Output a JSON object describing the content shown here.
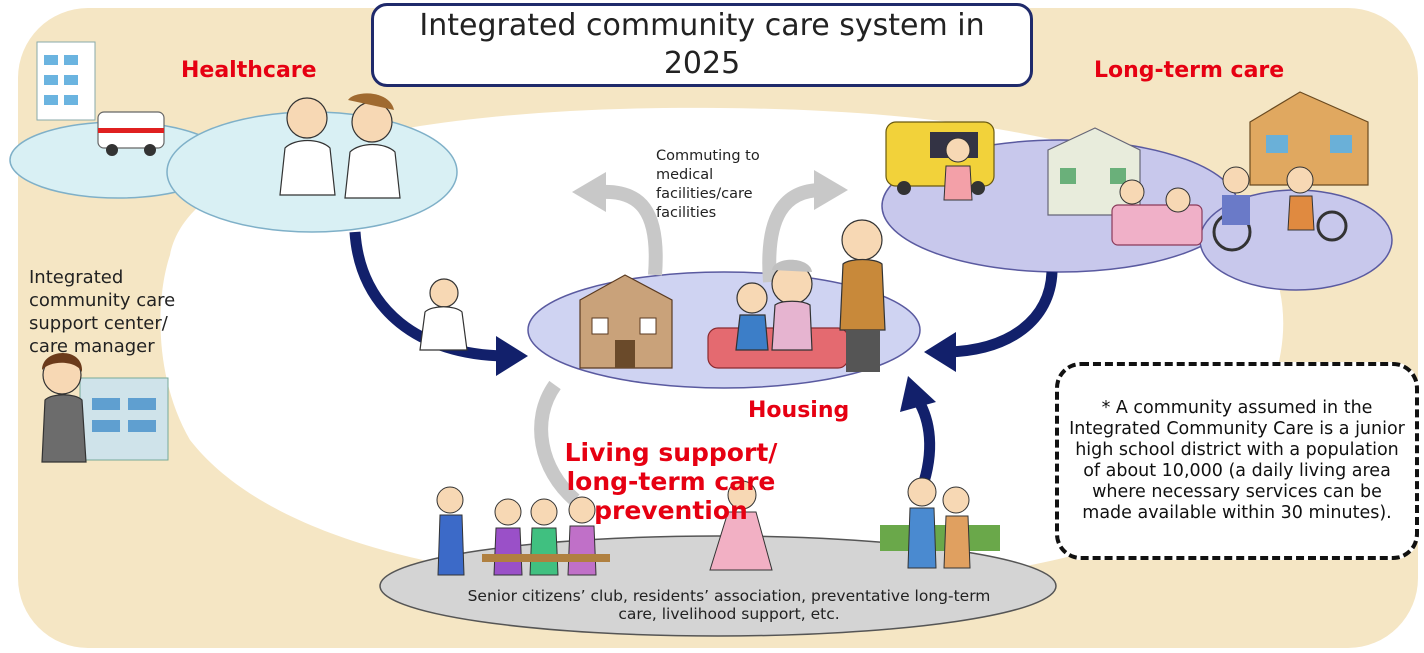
{
  "title": "Integrated community care system in 2025",
  "labels": {
    "healthcare": "Healthcare",
    "long_term_care": "Long-term care",
    "housing": "Housing",
    "living_support": "Living support/ long-term care prevention"
  },
  "support_center_text": "Integrated community care support center/ care manager",
  "commuting_text": "Commuting to medical facilities/care facilities",
  "note_text": "* A community assumed in the Integrated Community Care is a junior high school district with a population of about 10,000 (a daily living area where necessary services can be made available within 30 minutes).",
  "senior_club_text": "Senior citizens’ club, residents’ association, preventative long-term care, livelihood support, etc.",
  "colors": {
    "title_border": "#1f2a6b",
    "red_label": "#e60012",
    "background_beige": "#f5e6c4",
    "arrow_navy": "#12206b",
    "arrow_gray": "#c8c8c8",
    "healthcare_ellipse": "#d9f0f4",
    "care_ellipse": "#c8c8ec",
    "senior_ellipse": "#d4d4d4"
  }
}
